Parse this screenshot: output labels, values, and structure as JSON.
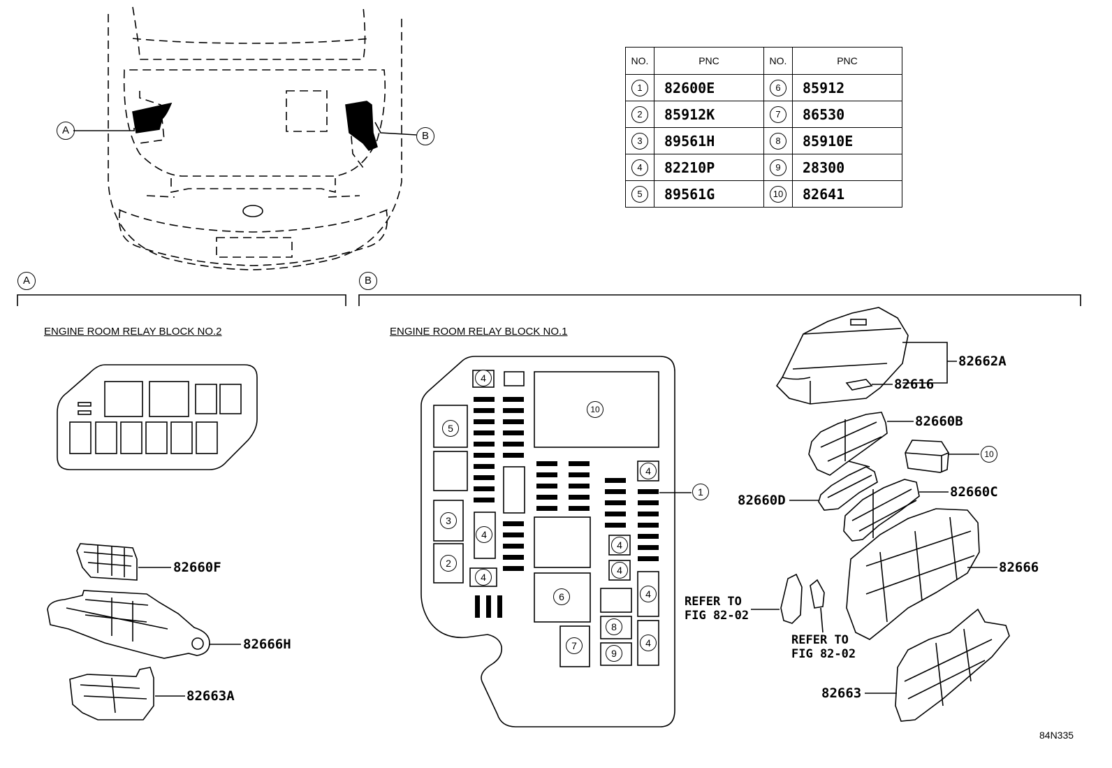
{
  "pnc_table": {
    "headers": [
      "NO.",
      "PNC",
      "NO.",
      "PNC"
    ],
    "rows": [
      {
        "no_left": "1",
        "pnc_left": "82600E",
        "no_right": "6",
        "pnc_right": "85912"
      },
      {
        "no_left": "2",
        "pnc_left": "85912K",
        "no_right": "7",
        "pnc_right": "86530"
      },
      {
        "no_left": "3",
        "pnc_left": "89561H",
        "no_right": "8",
        "pnc_right": "85910E"
      },
      {
        "no_left": "4",
        "pnc_left": "82210P",
        "no_right": "9",
        "pnc_right": "28300"
      },
      {
        "no_left": "5",
        "pnc_left": "89561G",
        "no_right": "10",
        "pnc_right": "82641"
      }
    ]
  },
  "vehicle": {
    "callout_a": "A",
    "callout_b": "B"
  },
  "section_a": {
    "marker": "A",
    "title": "ENGINE ROOM RELAY BLOCK NO.2"
  },
  "section_b": {
    "marker": "B",
    "title": "ENGINE ROOM RELAY BLOCK NO.1"
  },
  "part_labels": {
    "p82660F": "82660F",
    "p82666H": "82666H",
    "p82663A": "82663A",
    "p82662A": "82662A",
    "p82616": "82616",
    "p82660B": "82660B",
    "p82660C": "82660C",
    "p82660D": "82660D",
    "p82666": "82666",
    "p82663": "82663",
    "item10": "10",
    "item1": "1"
  },
  "notes": {
    "refer1": "REFER TO\nFIG 82-02",
    "refer2": "REFER TO\nFIG 82-02"
  },
  "block_markers": {
    "m4": "4",
    "m5": "5",
    "m3": "3",
    "m2": "2",
    "m6": "6",
    "m7": "7",
    "m8": "8",
    "m9": "9",
    "m10": "10"
  },
  "figure_id": "84N335"
}
